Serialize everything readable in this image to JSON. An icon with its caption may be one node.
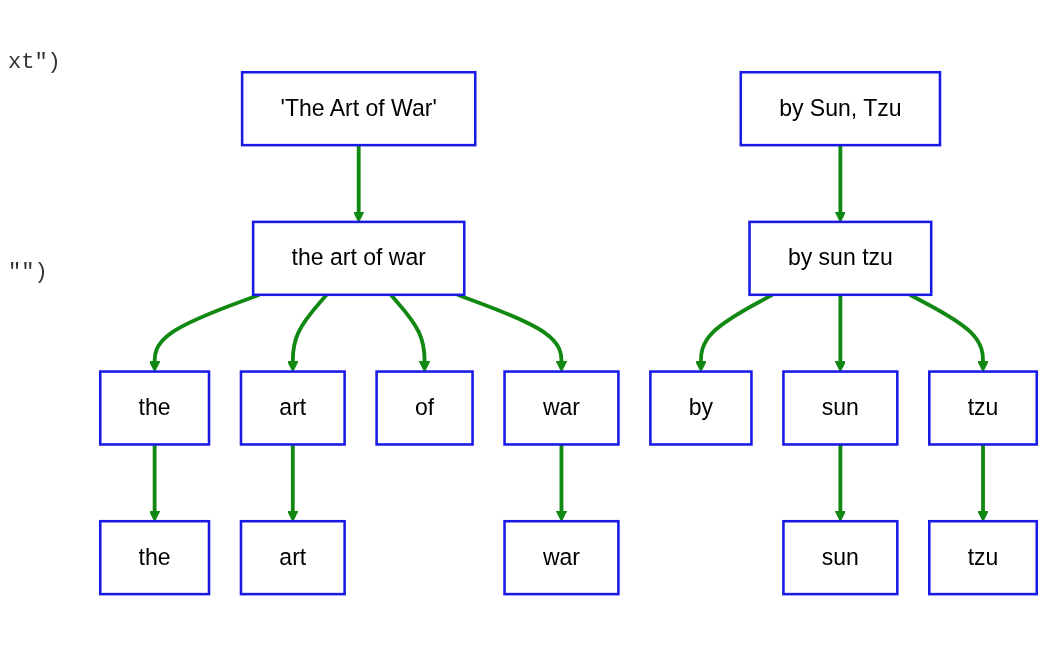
{
  "diagram": {
    "nodes": [
      {
        "text": [
          "'The Art of War'"
        ]
      },
      {
        "text": [
          "by Sun, Tzu"
        ]
      },
      {
        "text": [
          "the art of war"
        ]
      },
      {
        "text": [
          "by sun tzu"
        ]
      },
      {
        "text": [
          "the"
        ]
      },
      {
        "text": [
          "art"
        ]
      },
      {
        "text": [
          "of"
        ]
      },
      {
        "text": [
          "war"
        ]
      },
      {
        "text": [
          "by"
        ]
      },
      {
        "text": [
          "sun"
        ]
      },
      {
        "text": [
          "tzu"
        ]
      },
      {
        "text": [
          "the"
        ]
      },
      {
        "text": [
          "art"
        ]
      },
      {
        "text": [
          "war"
        ]
      },
      {
        "text": [
          "sun"
        ]
      },
      {
        "text": [
          "tzu"
        ]
      }
    ],
    "edges": [
      {
        "from": 0,
        "to": 2,
        "arrow": "to"
      },
      {
        "from": 1,
        "to": 3,
        "arrow": "to"
      },
      {
        "from": 2,
        "to": 4,
        "arrow": "to"
      },
      {
        "from": 2,
        "to": 5,
        "arrow": "to"
      },
      {
        "from": 2,
        "to": 6,
        "arrow": "to"
      },
      {
        "from": 2,
        "to": 7,
        "arrow": "to"
      },
      {
        "from": 3,
        "to": 8,
        "arrow": "to"
      },
      {
        "from": 3,
        "to": 9,
        "arrow": "to"
      },
      {
        "from": 3,
        "to": 10,
        "arrow": "to"
      },
      {
        "from": 4,
        "to": 11,
        "arrow": "to"
      },
      {
        "from": 5,
        "to": 12,
        "arrow": "to"
      },
      {
        "from": 7,
        "to": 13,
        "arrow": "to"
      },
      {
        "from": 9,
        "to": 14,
        "arrow": "to"
      },
      {
        "from": 10,
        "to": 15,
        "arrow": "to"
      }
    ],
    "labels": [
      "xt\")",
      "\"\")"
    ]
  }
}
